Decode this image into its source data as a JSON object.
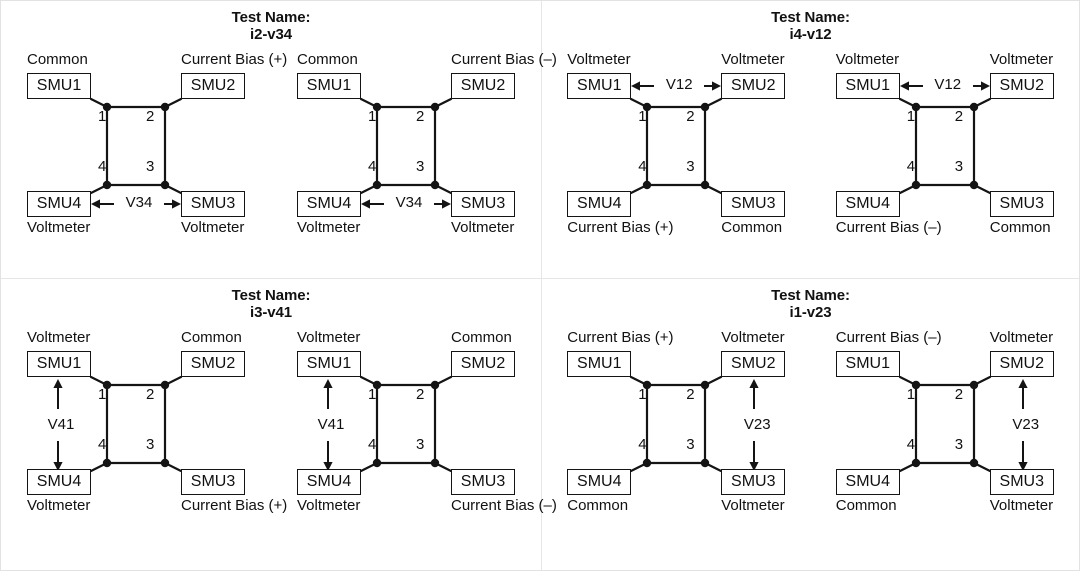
{
  "figure": {
    "title_prefix": "Test Name:",
    "node_numbers": {
      "top_left": "1",
      "top_right": "2",
      "bottom_left": "4",
      "bottom_right": "3"
    },
    "smu": {
      "top_left": "SMU1",
      "top_right": "SMU2",
      "bottom_left": "SMU4",
      "bottom_right": "SMU3"
    },
    "colors": {
      "line": "#141414",
      "divider": "#e6e6e6",
      "text": "#111111",
      "background": "#ffffff"
    }
  },
  "quadrants": [
    {
      "test_name": "i2-v34",
      "measurement": "V34",
      "arrow": "horizontal-bottom",
      "variants": [
        {
          "bias_sign": "+",
          "labels": {
            "top_left": "Common",
            "top_right": "Current Bias (+)",
            "bottom_left": "Voltmeter",
            "bottom_right": "Voltmeter"
          },
          "measurement": "V34"
        },
        {
          "bias_sign": "–",
          "labels": {
            "top_left": "Common",
            "top_right": "Current Bias (–)",
            "bottom_left": "Voltmeter",
            "bottom_right": "Voltmeter"
          },
          "measurement": "V34"
        }
      ]
    },
    {
      "test_name": "i4-v12",
      "measurement": "V12",
      "arrow": "horizontal-top",
      "variants": [
        {
          "bias_sign": "+",
          "labels": {
            "top_left": "Voltmeter",
            "top_right": "Voltmeter",
            "bottom_left": "Current Bias (+)",
            "bottom_right": "Common"
          },
          "measurement": "V12"
        },
        {
          "bias_sign": "–",
          "labels": {
            "top_left": "Voltmeter",
            "top_right": "Voltmeter",
            "bottom_left": "Current Bias (–)",
            "bottom_right": "Common"
          },
          "measurement": "V12"
        }
      ]
    },
    {
      "test_name": "i3-v41",
      "measurement": "V41",
      "arrow": "vertical-left",
      "variants": [
        {
          "bias_sign": "+",
          "labels": {
            "top_left": "Voltmeter",
            "top_right": "Common",
            "bottom_left": "Voltmeter",
            "bottom_right": "Current Bias (+)"
          },
          "measurement": "V41"
        },
        {
          "bias_sign": "–",
          "labels": {
            "top_left": "Voltmeter",
            "top_right": "Common",
            "bottom_left": "Voltmeter",
            "bottom_right": "Current Bias (–)"
          },
          "measurement": "V41"
        }
      ]
    },
    {
      "test_name": "i1-v23",
      "measurement": "V23",
      "arrow": "vertical-right",
      "variants": [
        {
          "bias_sign": "+",
          "labels": {
            "top_left": "Current Bias (+)",
            "top_right": "Voltmeter",
            "bottom_left": "Common",
            "bottom_right": "Voltmeter"
          },
          "measurement": "V23"
        },
        {
          "bias_sign": "–",
          "labels": {
            "top_left": "Current Bias (–)",
            "top_right": "Voltmeter",
            "bottom_left": "Common",
            "bottom_right": "Voltmeter"
          },
          "measurement": "V23"
        }
      ]
    }
  ]
}
